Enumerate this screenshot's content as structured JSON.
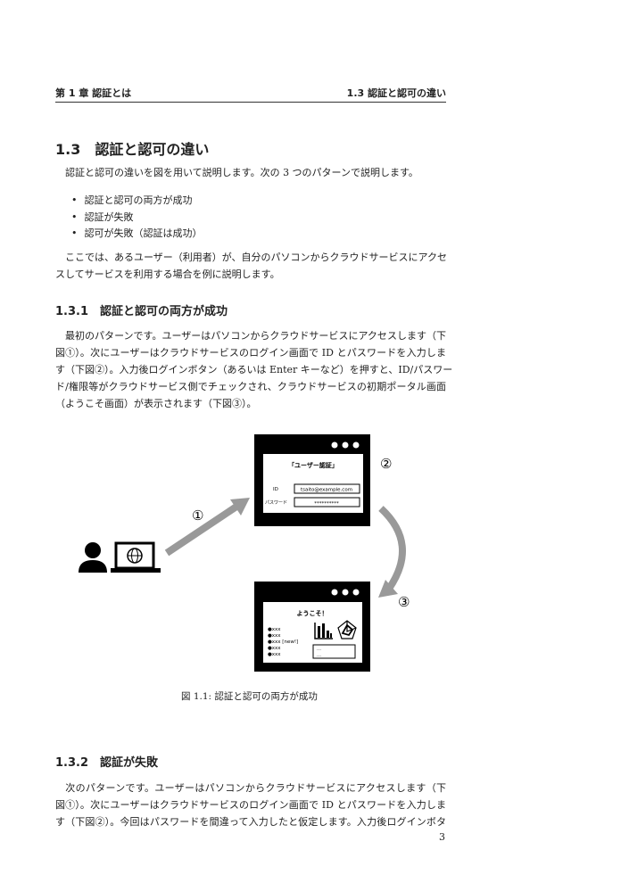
{
  "header": {
    "chapter": "第 1 章 認証とは",
    "section": "1.3 認証と認可の違い"
  },
  "section": {
    "title": "1.3　認証と認可の違い",
    "intro": "　認証と認可の違いを図を用いて説明します。次の 3 つのパターンで説明します。",
    "bullets": [
      "認証と認可の両方が成功",
      "認証が失敗",
      "認可が失敗（認証は成功）"
    ],
    "para2": [
      "　ここでは、あるユーザー（利用者）が、自分のパソコンからクラウドサービスにアクセ",
      "スしてサービスを利用する場合を例に説明します。"
    ]
  },
  "sub1": {
    "title": "1.3.1　認証と認可の両方が成功",
    "para": [
      "　最初のパターンです。ユーザーはパソコンからクラウドサービスにアクセスします（下",
      "図①）。次にユーザーはクラウドサービスのログイン画面で ID とパスワードを入力しま",
      "す（下図②）。入力後ログインボタン（あるいは Enter キーなど）を押すと、ID/パスワー",
      "ド/権限等がクラウドサービス側でチェックされ、クラウドサービスの初期ポータル画面",
      "（ようこそ画面）が表示されます（下図③）。"
    ]
  },
  "figure": {
    "step1": "①",
    "step2": "②",
    "step3": "③",
    "login_title": "「ユーザー認証」",
    "id_label": "ID",
    "id_value": "tsaito@example.com",
    "pw_label": "パスワード",
    "pw_value": "**********",
    "welcome": "ようこそ！",
    "list": [
      "●xxx",
      "●xxx",
      "●xxx [new!]",
      "●xxx",
      "●xxx"
    ],
    "box_lines": [
      "…",
      "…"
    ],
    "caption": "図 1.1: 認証と認可の両方が成功"
  },
  "sub2": {
    "title": "1.3.2　認証が失敗",
    "para": [
      "　次のパターンです。ユーザーはパソコンからクラウドサービスにアクセスします（下",
      "図①）。次にユーザーはクラウドサービスのログイン画面で ID とパスワードを入力しま",
      "す（下図②）。今回はパスワードを間違って入力したと仮定します。入力後ログインボタ"
    ]
  },
  "page_number": "3"
}
